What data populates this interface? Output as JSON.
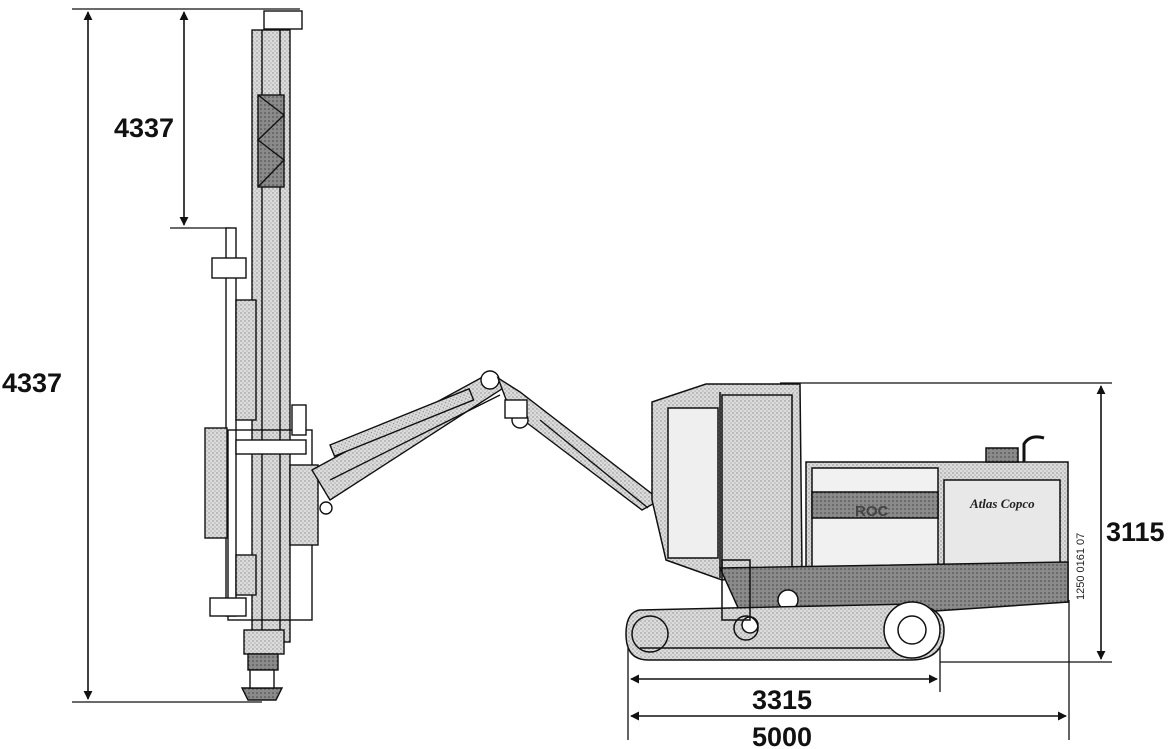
{
  "dimensions": {
    "total_height": "4337",
    "feed_top": "4337",
    "machine_height": "3115",
    "track_length": "3315",
    "overall_length": "5000"
  },
  "labels": {
    "brand": "Atlas Copco",
    "model": "ROC",
    "drawing_number": "1250 0161 07"
  }
}
